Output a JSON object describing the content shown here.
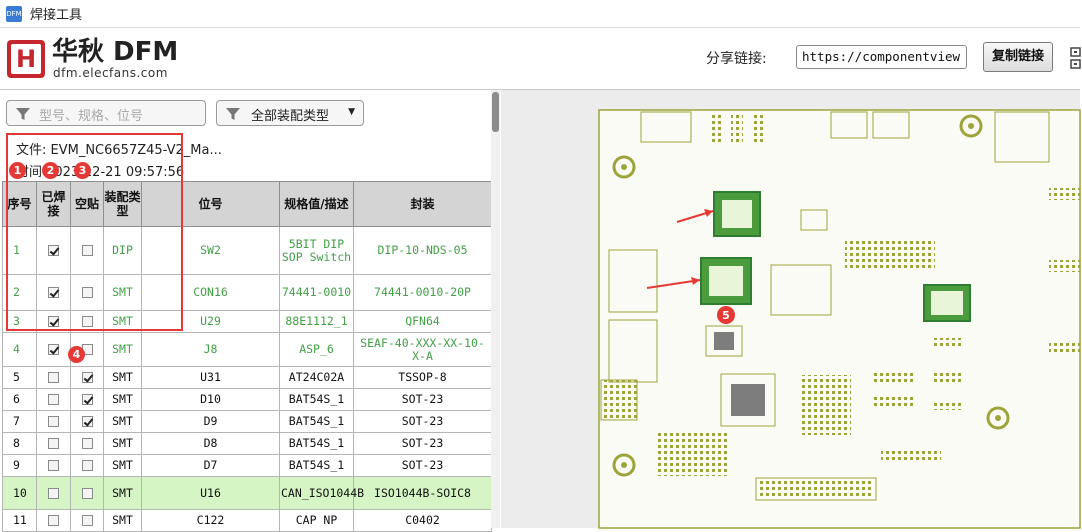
{
  "window": {
    "title": "焊接工具",
    "icon_label": "DFM"
  },
  "header": {
    "logo_title": "华秋 DFM",
    "logo_sub": "dfm.elecfans.com",
    "share_label": "分享链接:",
    "share_url": "https://componentview",
    "copy_label": "复制链接"
  },
  "filters": {
    "search_placeholder": "型号、规格、位号",
    "type_value": "全部装配类型",
    "caret": "▼"
  },
  "file_info": {
    "file_text": "文件: EVM_NC6657Z45-V2_Ma...",
    "time_text": "时间 2023-12-21 09:57:56"
  },
  "table": {
    "headers": [
      "序号",
      "已焊接",
      "空贴",
      "装配类型",
      "位号",
      "规格值/描述",
      "封装"
    ],
    "rows": [
      {
        "idx": "1",
        "welded": true,
        "empty": false,
        "type": "DIP",
        "ref": "SW2",
        "spec": "5BIT DIP SOP Switch",
        "pkg": "DIP-10-NDS-05",
        "green": true,
        "hl": false
      },
      {
        "idx": "2",
        "welded": true,
        "empty": false,
        "type": "SMT",
        "ref": "CON16",
        "spec": "74441-0010",
        "pkg": "74441-0010-20P",
        "green": true,
        "hl": false
      },
      {
        "idx": "3",
        "welded": true,
        "empty": false,
        "type": "SMT",
        "ref": "U29",
        "spec": "88E1112_1",
        "pkg": "QFN64",
        "green": true,
        "hl": false
      },
      {
        "idx": "4",
        "welded": true,
        "empty": false,
        "type": "SMT",
        "ref": "J8",
        "spec": "ASP_6",
        "pkg": "SEAF-40-XXX-XX-10-X-A",
        "green": true,
        "hl": false
      },
      {
        "idx": "5",
        "welded": false,
        "empty": true,
        "type": "SMT",
        "ref": "U31",
        "spec": "AT24C02A",
        "pkg": "TSSOP-8",
        "green": false,
        "hl": false
      },
      {
        "idx": "6",
        "welded": false,
        "empty": true,
        "type": "SMT",
        "ref": "D10",
        "spec": "BAT54S_1",
        "pkg": "SOT-23",
        "green": false,
        "hl": false
      },
      {
        "idx": "7",
        "welded": false,
        "empty": true,
        "type": "SMT",
        "ref": "D9",
        "spec": "BAT54S_1",
        "pkg": "SOT-23",
        "green": false,
        "hl": false
      },
      {
        "idx": "8",
        "welded": false,
        "empty": false,
        "type": "SMT",
        "ref": "D8",
        "spec": "BAT54S_1",
        "pkg": "SOT-23",
        "green": false,
        "hl": false
      },
      {
        "idx": "9",
        "welded": false,
        "empty": false,
        "type": "SMT",
        "ref": "D7",
        "spec": "BAT54S_1",
        "pkg": "SOT-23",
        "green": false,
        "hl": false
      },
      {
        "idx": "10",
        "welded": false,
        "empty": false,
        "type": "SMT",
        "ref": "U16",
        "spec": "CAN_ISO1044B",
        "pkg": "ISO1044B-SOIC8",
        "green": false,
        "hl": true
      },
      {
        "idx": "11",
        "welded": false,
        "empty": false,
        "type": "SMT",
        "ref": "C122",
        "spec": "CAP NP",
        "pkg": "C0402",
        "green": false,
        "hl": false
      }
    ]
  },
  "annotations": {
    "badges": [
      "1",
      "2",
      "3",
      "4",
      "5"
    ],
    "color": "#e53935"
  },
  "colors": {
    "board": "#fbfbf6",
    "trace": "#9da43a",
    "highlight": "#3c9c3c",
    "green_text": "#43a047"
  }
}
